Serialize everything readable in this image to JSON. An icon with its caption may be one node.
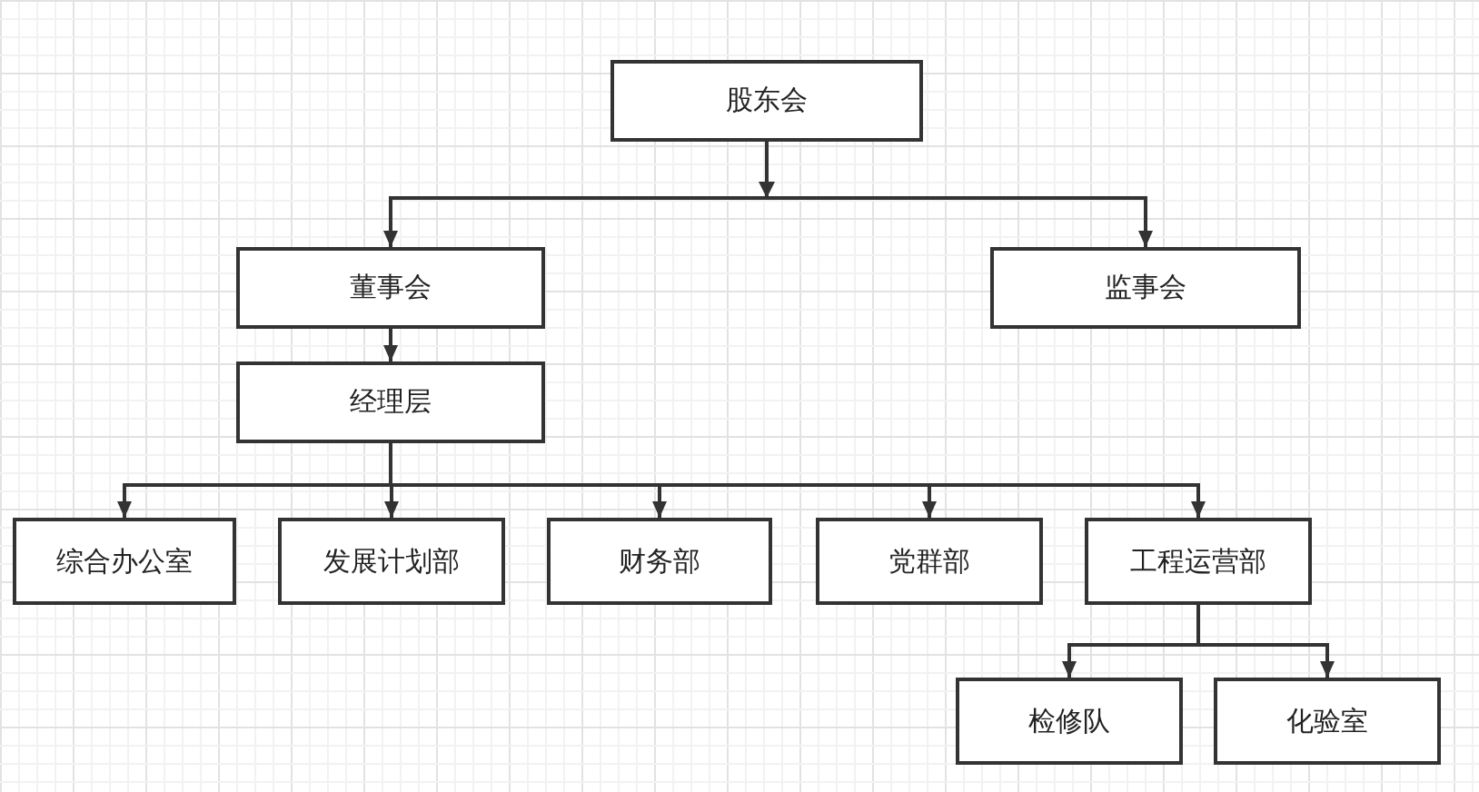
{
  "diagram": {
    "nodes": [
      {
        "text": [
          "股东会"
        ]
      },
      {
        "text": [
          "董事会"
        ]
      },
      {
        "text": [
          "监事会"
        ]
      },
      {
        "text": [
          "经理层"
        ]
      },
      {
        "text": [
          "综合办公室"
        ]
      },
      {
        "text": [
          "发展计划部"
        ]
      },
      {
        "text": [
          "财务部"
        ]
      },
      {
        "text": [
          "党群部"
        ]
      },
      {
        "text": [
          "工程运营部"
        ]
      },
      {
        "text": [
          "检修队"
        ]
      },
      {
        "text": [
          "化验室"
        ]
      }
    ],
    "edges": [
      {
        "from": 0,
        "to": 1,
        "arrow": "to"
      },
      {
        "from": 0,
        "to": 2,
        "arrow": "to"
      },
      {
        "from": 1,
        "to": 3,
        "arrow": "to"
      },
      {
        "from": 3,
        "to": 4,
        "arrow": "to"
      },
      {
        "from": 3,
        "to": 5,
        "arrow": "to"
      },
      {
        "from": 3,
        "to": 6,
        "arrow": "to"
      },
      {
        "from": 3,
        "to": 7,
        "arrow": "to"
      },
      {
        "from": 3,
        "to": 8,
        "arrow": "to"
      },
      {
        "from": 8,
        "to": 9,
        "arrow": "to"
      },
      {
        "from": 8,
        "to": 10,
        "arrow": "to"
      }
    ]
  }
}
